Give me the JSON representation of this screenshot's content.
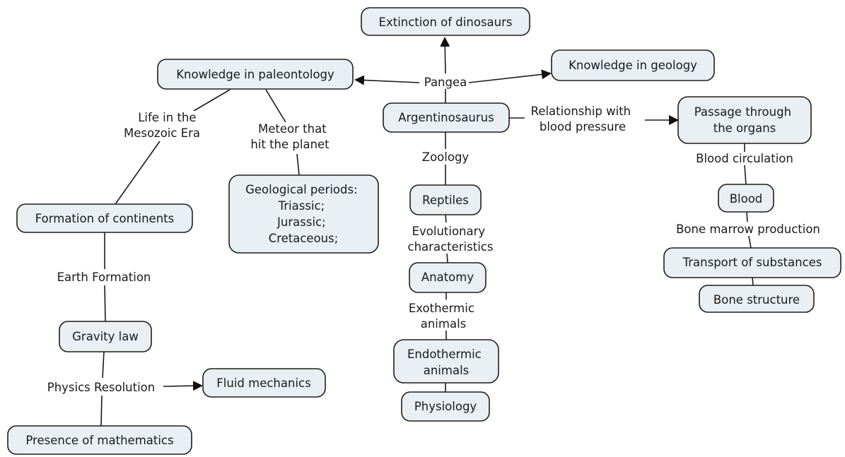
{
  "diagram": {
    "type": "concept-map",
    "nodes": {
      "extinction": {
        "label": [
          "Extinction of dinosaurs"
        ]
      },
      "paleontology": {
        "label": [
          "Knowledge in paleontology"
        ]
      },
      "geology": {
        "label": [
          "Knowledge in geology"
        ]
      },
      "argentinosaurus": {
        "label": [
          "Argentinosaurus"
        ]
      },
      "passage": {
        "label": [
          "Passage through",
          "the organs"
        ]
      },
      "blood": {
        "label": [
          "Blood"
        ]
      },
      "transport": {
        "label": [
          "Transport of substances"
        ]
      },
      "bone_structure": {
        "label": [
          "Bone structure"
        ]
      },
      "reptiles": {
        "label": [
          "Reptiles"
        ]
      },
      "anatomy": {
        "label": [
          "Anatomy"
        ]
      },
      "endothermic": {
        "label": [
          "Endothermic",
          "animals"
        ]
      },
      "physiology": {
        "label": [
          "Physiology"
        ]
      },
      "geological_periods": {
        "label": [
          "Geological periods:",
          "Triassic;",
          "Jurassic;",
          "Cretaceous;"
        ]
      },
      "continents": {
        "label": [
          "Formation of continents"
        ]
      },
      "gravity": {
        "label": [
          "Gravity law"
        ]
      },
      "fluid": {
        "label": [
          "Fluid mechanics"
        ]
      },
      "mathematics": {
        "label": [
          "Presence of mathematics"
        ]
      }
    },
    "links": {
      "pangea": {
        "label": [
          "Pangea"
        ]
      },
      "blood_pressure": {
        "label": [
          "Relationship with",
          "blood pressure"
        ]
      },
      "blood_circulation": {
        "label": [
          "Blood circulation"
        ]
      },
      "bone_marrow": {
        "label": [
          "Bone marrow production"
        ]
      },
      "zoology": {
        "label": [
          "Zoology"
        ]
      },
      "evolutionary": {
        "label": [
          "Evolutionary",
          "characteristics"
        ]
      },
      "exothermic": {
        "label": [
          "Exothermic",
          "animals"
        ]
      },
      "mesozoic": {
        "label": [
          "Life in the",
          "Mesozoic Era"
        ]
      },
      "meteor": {
        "label": [
          "Meteor that",
          "hit the planet"
        ]
      },
      "earth_formation": {
        "label": [
          "Earth Formation"
        ]
      },
      "physics_resolution": {
        "label": [
          "Physics Resolution"
        ]
      }
    },
    "connections": [
      {
        "from": "argentinosaurus",
        "via": "pangea",
        "to": [
          "extinction",
          "paleontology",
          "geology"
        ],
        "arrow": true
      },
      {
        "from": "argentinosaurus",
        "via": "blood_pressure",
        "to": [
          "passage"
        ],
        "arrow": true
      },
      {
        "from": "passage",
        "via": "blood_circulation",
        "to": [
          "blood"
        ],
        "arrow": false
      },
      {
        "from": "blood",
        "via": "bone_marrow",
        "to": [
          "transport"
        ],
        "arrow": false
      },
      {
        "from": "transport",
        "via": null,
        "to": [
          "bone_structure"
        ],
        "arrow": false
      },
      {
        "from": "argentinosaurus",
        "via": "zoology",
        "to": [
          "reptiles"
        ],
        "arrow": false
      },
      {
        "from": "reptiles",
        "via": "evolutionary",
        "to": [
          "anatomy"
        ],
        "arrow": false
      },
      {
        "from": "anatomy",
        "via": "exothermic",
        "to": [
          "endothermic"
        ],
        "arrow": false
      },
      {
        "from": "endothermic",
        "via": null,
        "to": [
          "physiology"
        ],
        "arrow": false
      },
      {
        "from": "paleontology",
        "via": "mesozoic",
        "to": [
          "continents"
        ],
        "arrow": false
      },
      {
        "from": "paleontology",
        "via": "meteor",
        "to": [
          "geological_periods"
        ],
        "arrow": false
      },
      {
        "from": "continents",
        "via": "earth_formation",
        "to": [
          "gravity"
        ],
        "arrow": false
      },
      {
        "from": "gravity",
        "via": "physics_resolution",
        "to": [
          "mathematics",
          "fluid"
        ],
        "arrow_to": [
          "fluid"
        ]
      }
    ],
    "colors": {
      "node_fill": "#e9eff3",
      "node_stroke": "#1e1e1e",
      "text": "#1a1a1a",
      "background": "#ffffff"
    }
  }
}
